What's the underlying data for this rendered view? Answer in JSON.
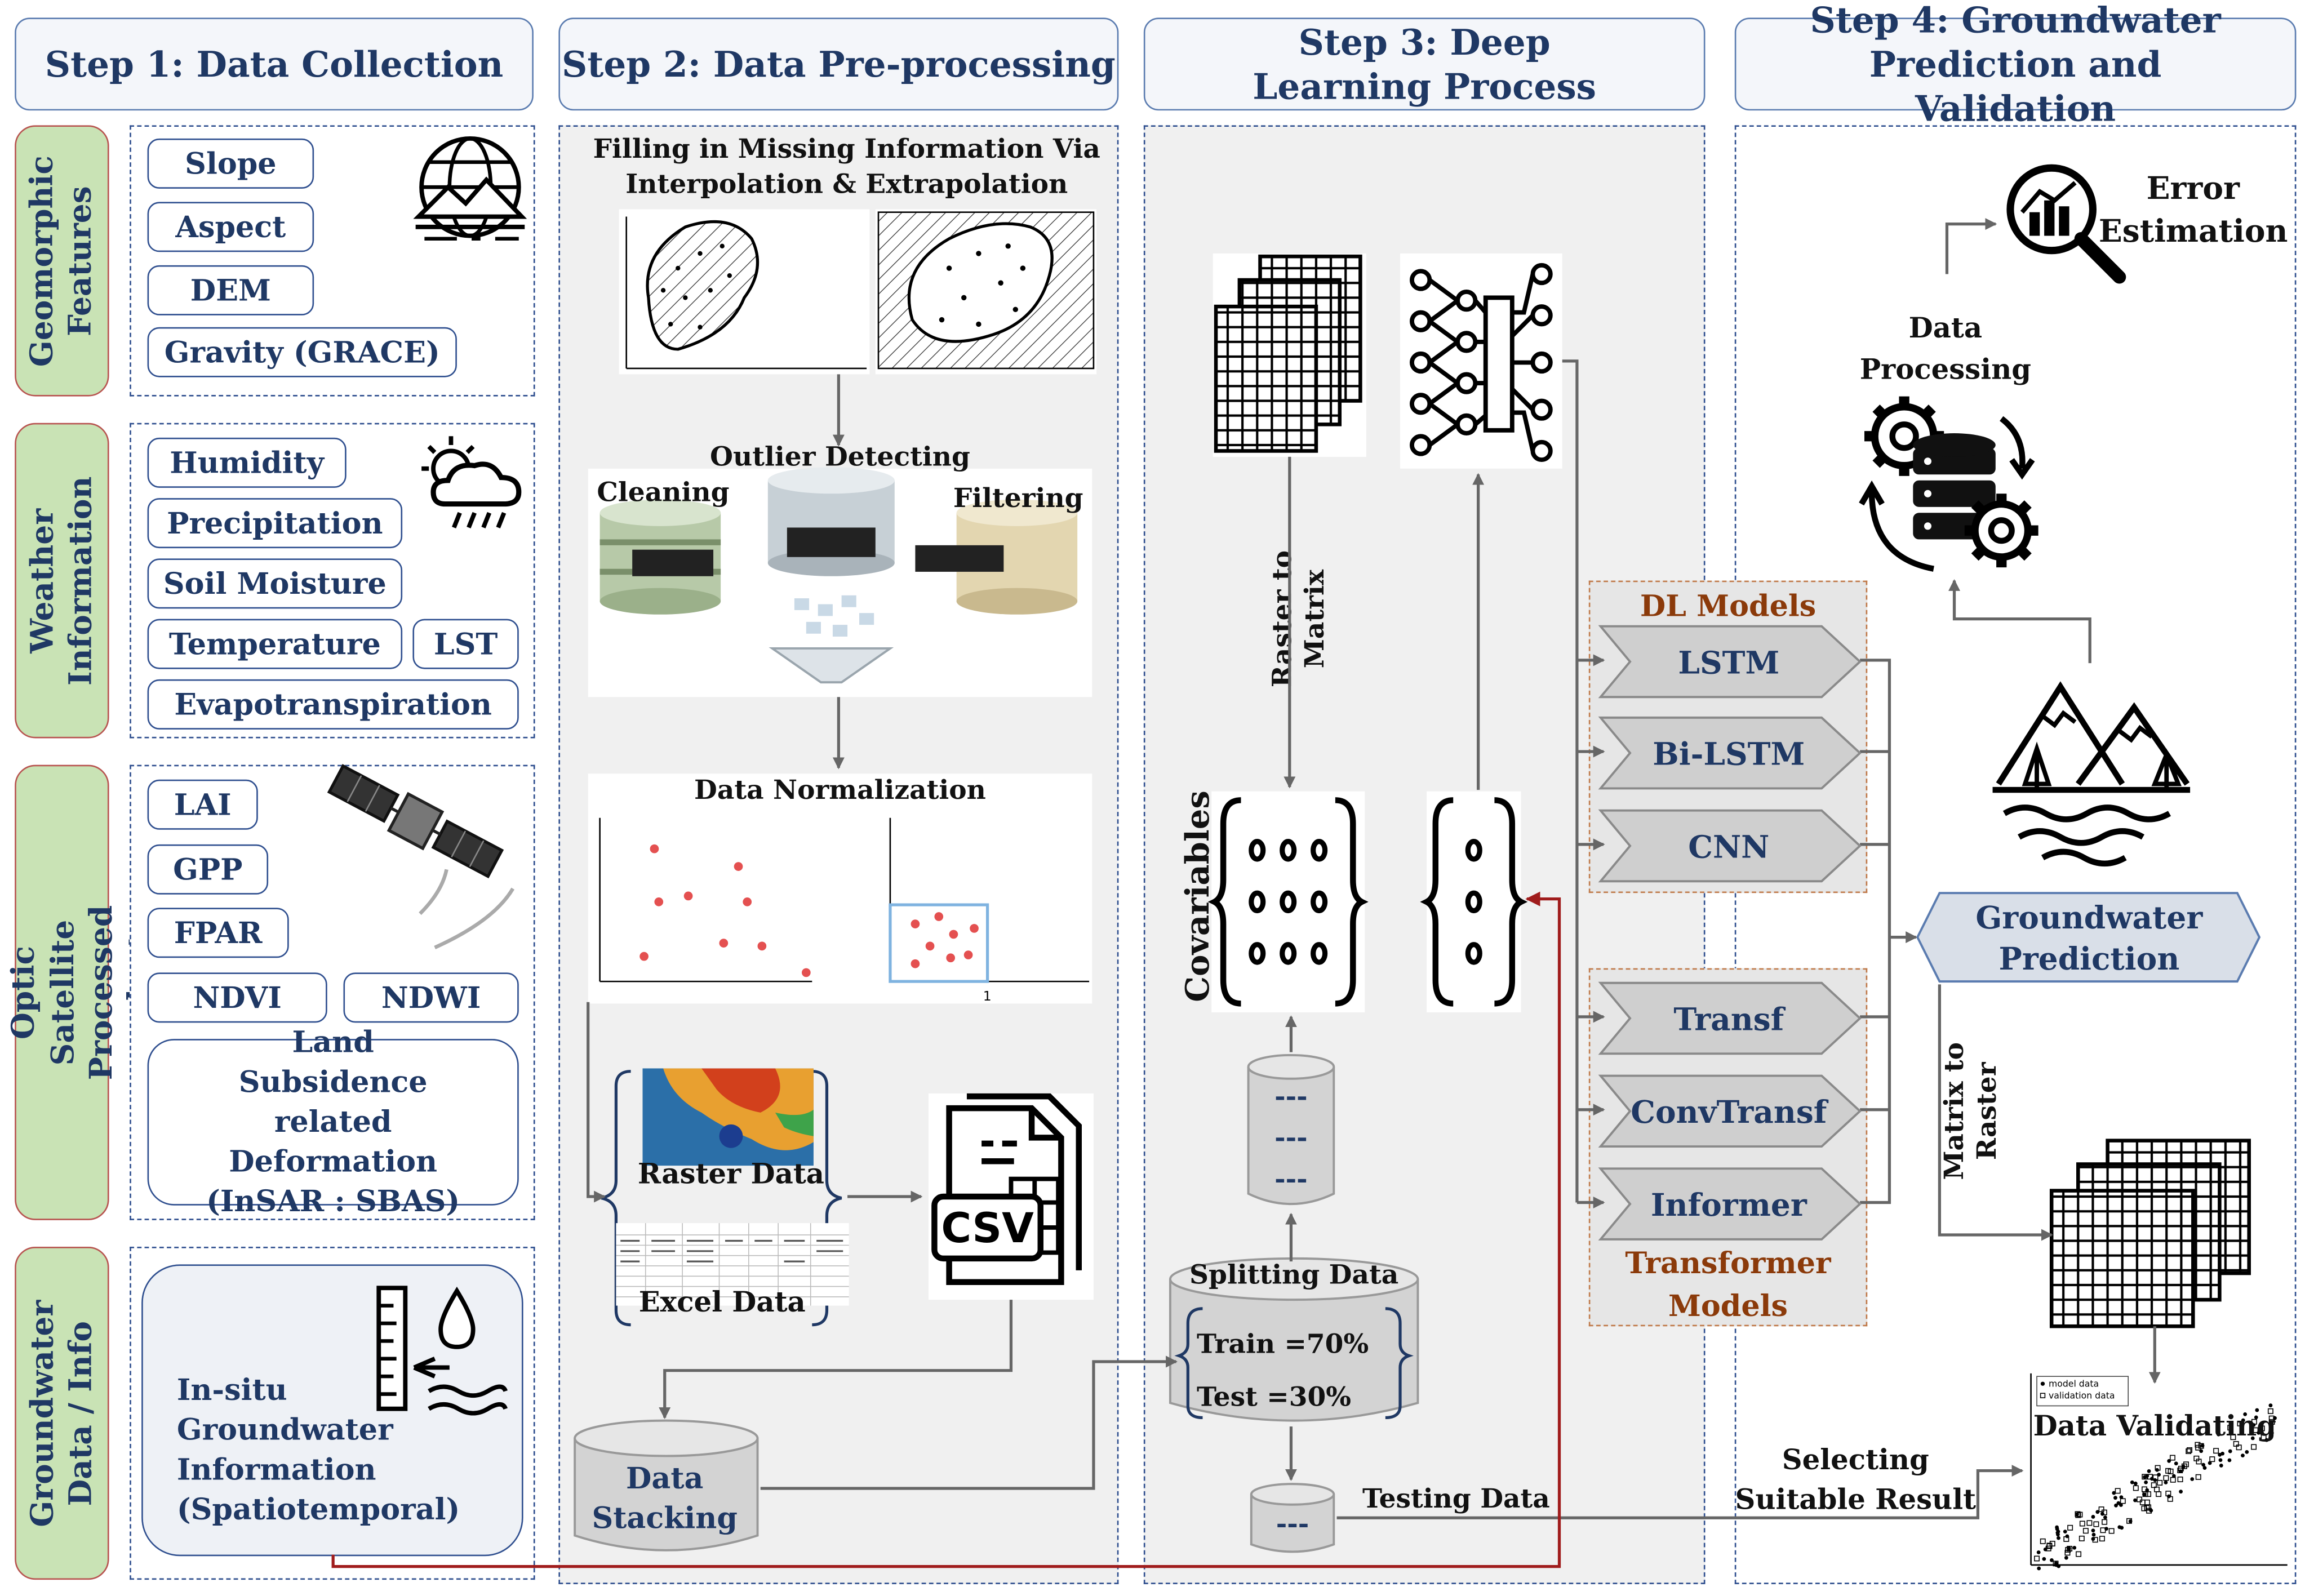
{
  "steps": {
    "step1": "Step 1: Data Collection",
    "step2": "Step 2: Data Pre-processing",
    "step3": "Step 3: Deep Learning Process",
    "step4": "Step 4: Groundwater Prediction and Validation"
  },
  "step1": {
    "geomorphic": {
      "title": "Geomorphic Features",
      "items": [
        "Slope",
        "Aspect",
        "DEM",
        "Gravity (GRACE)"
      ]
    },
    "weather": {
      "title": "Weather Information",
      "items": [
        "Humidity",
        "Precipitation",
        "Soil Moisture",
        "Temperature",
        "LST",
        "Evapotranspiration"
      ]
    },
    "satellite": {
      "title": "SAR & Optic Satellite Processed products",
      "items": [
        "LAI",
        "GPP",
        "FPAR",
        "NDVI",
        "NDWI"
      ],
      "subsidence": "Land Subsidence related Deformation (InSAR : SBAS)"
    },
    "groundwater": {
      "title": "Groundwater Data / Info",
      "insitu": "In-situ Groundwater Information (Spatiotemporal)"
    }
  },
  "step2": {
    "filling": "Filling in Missing Information Via Interpolation & Extrapolation",
    "outlier": "Outlier Detecting",
    "cleaning": "Cleaning",
    "filtering": "Filtering",
    "normalization": "Data Normalization",
    "norm_tick": "1",
    "raster": "Raster Data",
    "excel": "Excel Data",
    "csv": "CSV",
    "stacking": "Data Stacking"
  },
  "step3": {
    "raster_to_matrix": "Raster to Matrix",
    "covariables": "Covariables",
    "splitting": "Splitting Data",
    "train": "Train =70%",
    "test": "Test =30%",
    "testing_data": "Testing Data",
    "dashes": "---",
    "dl_title": "DL Models",
    "dl_models": [
      "LSTM",
      "Bi-LSTM",
      "CNN"
    ],
    "tf_models": [
      "Transf",
      "ConvTransf",
      "Informer"
    ],
    "tf_title": "Transformer Models"
  },
  "step4": {
    "error": "Error Estimation",
    "processing": "Data Processing",
    "prediction": "Groundwater Prediction",
    "matrix_to_raster": "Matrix to Raster",
    "validating": "Data Validating",
    "legend_model": "model data",
    "legend_validation": "validation data",
    "selecting": "Selecting Suitable Result"
  },
  "colors": {
    "navy": "#1f3864",
    "side_green": "#c9e3b5",
    "brown": "#8b3a0a",
    "red_line": "#a01c1c",
    "panel_bg": "#f0f0f0"
  },
  "icons": [
    "globe-terrain-icon",
    "weather-cloud-icon",
    "satellite-icon",
    "water-gauge-icon",
    "database-stack-icon",
    "csv-file-icon",
    "raster-grid-icon",
    "neural-network-icon",
    "magnifier-chart-icon",
    "gear-database-icon",
    "mountain-lake-icon"
  ]
}
